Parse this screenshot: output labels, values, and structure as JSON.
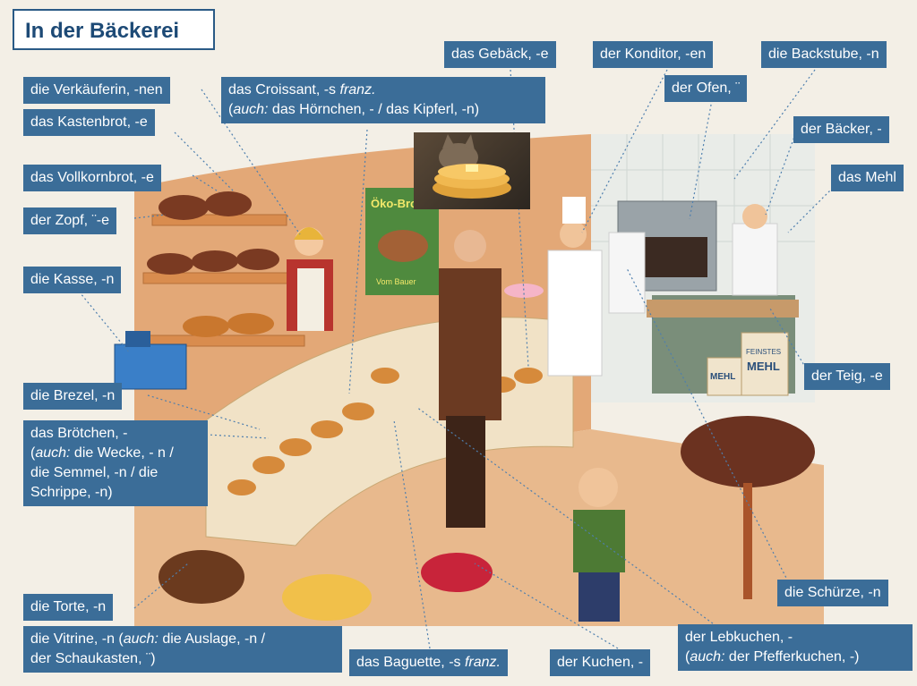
{
  "title": "In der Bäckerei",
  "labels": {
    "verkaeuferin": "die Verkäuferin, -nen",
    "kastenbrot": "das Kastenbrot, -e",
    "vollkornbrot": "das Vollkornbrot, -e",
    "zopf": "der Zopf, ¨-e",
    "kasse": "die Kasse, -n",
    "croissant_1": "das Croissant, -s",
    "croissant_franz": "franz.",
    "croissant_2_auch": "auch:",
    "croissant_2_rest": " das Hörnchen, - / das Kipferl, -n)",
    "gebaeck": "das Gebäck, -e",
    "konditor": "der Konditor, -en",
    "backstube": "die Backstube, -n",
    "ofen": "der Ofen, ¨",
    "baecker": "der Bäcker, -",
    "mehl": "das Mehl",
    "teig": "der Teig, -e",
    "brezel": "die Brezel, -n",
    "broetchen_1": "das Brötchen, -",
    "broetchen_2_auch": "auch:",
    "broetchen_2_rest": " die Wecke, - n /",
    "broetchen_3": "die Semmel, -n / die",
    "broetchen_4": "Schrippe, -n)",
    "torte": "die Torte, -n",
    "vitrine_1a": "die Vitrine, -n (",
    "vitrine_1_auch": "auch:",
    "vitrine_1b": " die Auslage, -n /",
    "vitrine_2": "der Schaukasten, ¨)",
    "baguette": "das Baguette, -s",
    "baguette_franz": "franz.",
    "kuchen": "der Kuchen, -",
    "lebkuchen_1": "der Lebkuchen, -",
    "lebkuchen_2_auch": "auch:",
    "lebkuchen_2_rest": " der Pfefferkuchen, -)",
    "schuerze": "die Schürze, -n"
  },
  "scene_text": {
    "poster": "Öko-Bro",
    "poster_sub": "Vom Bauer",
    "sack_big_1": "FEINSTES",
    "sack_big_2": "MEHL",
    "sack_small": "MEHL"
  },
  "colors": {
    "label_bg": "#3b6d98",
    "label_text": "#ffffff",
    "title_border": "#2a5a86"
  }
}
